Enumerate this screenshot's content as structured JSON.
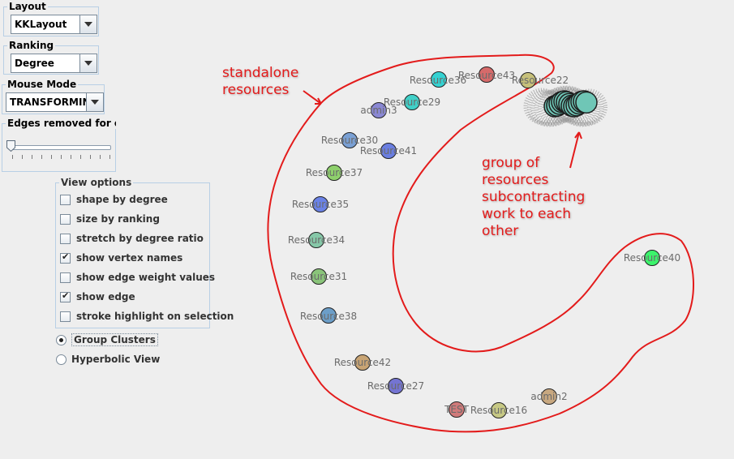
{
  "layout_group": {
    "title": "Layout",
    "value": "KKLayout"
  },
  "ranking_group": {
    "title": "Ranking",
    "value": "Degree"
  },
  "mouse_group": {
    "title": "Mouse Mode",
    "value": "TRANSFORMING"
  },
  "edges_group": {
    "title": "Edges removed for cl...",
    "slider_value": 0
  },
  "view_options": {
    "title": "View options",
    "items": [
      {
        "label": "shape by degree",
        "checked": false
      },
      {
        "label": "size by ranking",
        "checked": false
      },
      {
        "label": "stretch by degree ratio",
        "checked": false
      },
      {
        "label": "show vertex names",
        "checked": true
      },
      {
        "label": "show edge weight values",
        "checked": false
      },
      {
        "label": "show edge",
        "checked": true
      },
      {
        "label": "stroke highlight on selection",
        "checked": false
      }
    ]
  },
  "view_mode": {
    "options": [
      {
        "label": "Group Clusters",
        "selected": true
      },
      {
        "label": "Hyperbolic View",
        "selected": false
      }
    ]
  },
  "annotations": {
    "standalone": [
      "standalone",
      "resources"
    ],
    "group": [
      "group of",
      "resources",
      "subcontracting",
      "work to each",
      "other"
    ]
  },
  "vertices": [
    {
      "name": "Resource43",
      "color": "#d66a6a"
    },
    {
      "name": "Resource36",
      "color": "#34d2d2"
    },
    {
      "name": "Resource22",
      "color": "#c6c07a"
    },
    {
      "name": "Resource29",
      "color": "#40d0c8"
    },
    {
      "name": "admin3",
      "color": "#8a88d4"
    },
    {
      "name": "Resource30",
      "color": "#7aa0d4"
    },
    {
      "name": "Resource41",
      "color": "#6a7ee0"
    },
    {
      "name": "Resource37",
      "color": "#8ed06c"
    },
    {
      "name": "Resource35",
      "color": "#6a82e6"
    },
    {
      "name": "Resource34",
      "color": "#86c8a8"
    },
    {
      "name": "Resource31",
      "color": "#8ac47a"
    },
    {
      "name": "Resource38",
      "color": "#6c9ec8"
    },
    {
      "name": "Resource42",
      "color": "#c8a474"
    },
    {
      "name": "Resource27",
      "color": "#7474d2"
    },
    {
      "name": "TEST",
      "color": "#d07a7a"
    },
    {
      "name": "Resource16",
      "color": "#c6c884"
    },
    {
      "name": "admin2",
      "color": "#c8a880"
    },
    {
      "name": "Resource40",
      "color": "#3cf46c"
    }
  ],
  "cluster": {
    "color": "#6fc6b6"
  },
  "annotation_color": "#e31b1b"
}
